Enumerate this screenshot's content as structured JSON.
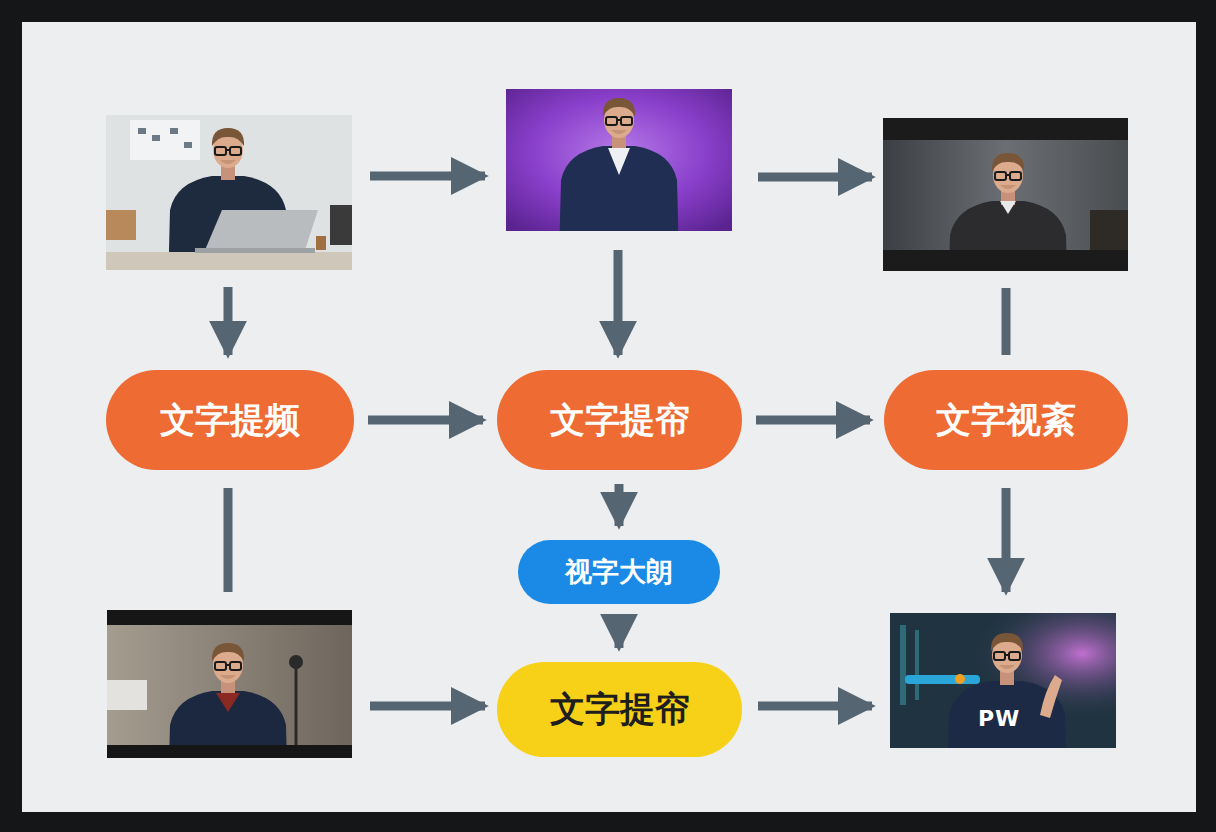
{
  "diagram": {
    "nodes": [
      {
        "text": [
          "文字提频"
        ]
      },
      {
        "text": [
          "文字提帘"
        ]
      },
      {
        "text": [
          "文字视紊"
        ]
      },
      {
        "text": [
          "视字大朗"
        ]
      },
      {
        "text": [
          "文字提帘"
        ]
      }
    ],
    "edges": [
      {
        "from": 0,
        "to": 1,
        "arrow": "to"
      },
      {
        "from": 1,
        "to": 2,
        "arrow": "to"
      },
      {
        "from": 1,
        "to": 3,
        "arrow": "to"
      },
      {
        "from": 3,
        "to": 4,
        "arrow": "to"
      }
    ],
    "labels": [
      "PW"
    ]
  }
}
